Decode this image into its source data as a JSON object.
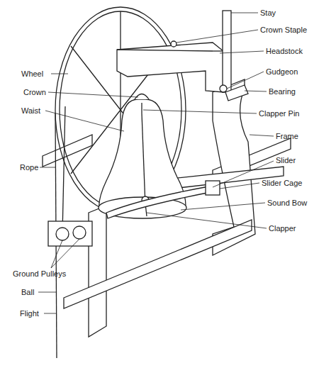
{
  "diagram": {
    "labels": [
      "Stay",
      "Crown Staple",
      "Headstock",
      "Wheel",
      "Gudgeon",
      "Crown",
      "Bearing",
      "Waist",
      "Clapper Pin",
      "Frame",
      "Slider",
      "Rope",
      "Slider Cage",
      "Sound Bow",
      "Clapper",
      "Ground Pulleys",
      "Ball",
      "Flight"
    ]
  }
}
